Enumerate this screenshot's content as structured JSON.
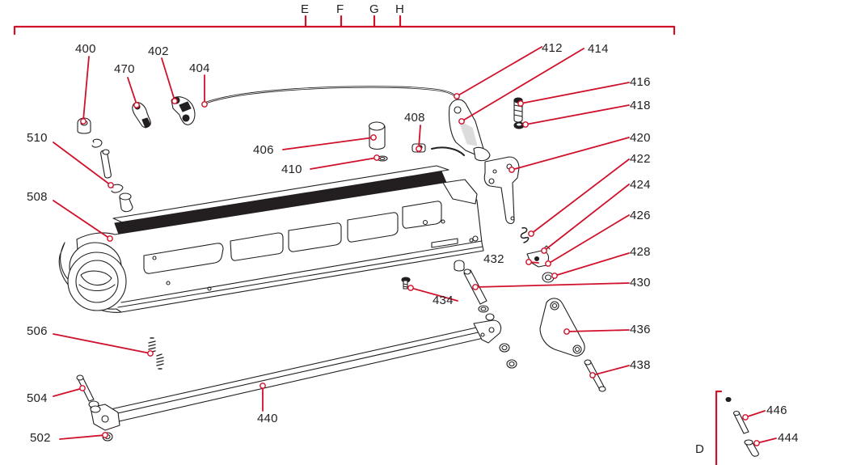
{
  "header_letters": [
    "E",
    "F",
    "G",
    "H"
  ],
  "inset_letter": "D",
  "callouts": {
    "p400": "400",
    "p402": "402",
    "p404": "404",
    "p406": "406",
    "p408": "408",
    "p410": "410",
    "p412": "412",
    "p414": "414",
    "p416": "416",
    "p418": "418",
    "p420": "420",
    "p422": "422",
    "p424": "424",
    "p426": "426",
    "p428": "428",
    "p430": "430",
    "p432": "432",
    "p434": "434",
    "p436": "436",
    "p438": "438",
    "p440": "440",
    "p444": "444",
    "p446": "446",
    "p470": "470",
    "p502": "502",
    "p504": "504",
    "p506": "506",
    "p508": "508",
    "p510": "510"
  },
  "colors": {
    "callout_line": "#d0112b",
    "line_art": "#231f20",
    "text": "#231f20",
    "background": "#ffffff"
  }
}
